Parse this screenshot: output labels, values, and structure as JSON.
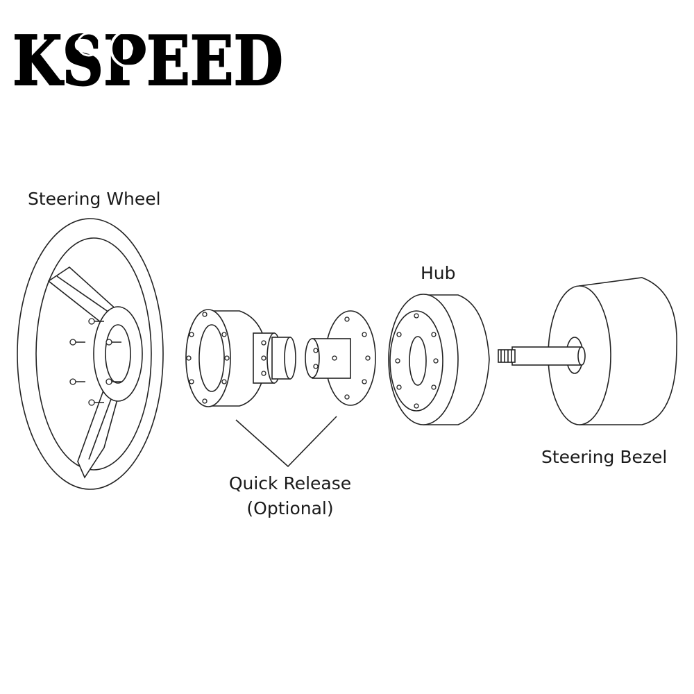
{
  "brand": {
    "logo_text": "KSPEED"
  },
  "labels": {
    "steering_wheel": "Steering Wheel",
    "hub": "Hub",
    "quick_release_line1": "Quick Release",
    "quick_release_line2": "(Optional)",
    "steering_bezel": "Steering Bezel"
  },
  "colors": {
    "background": "#ffffff",
    "line": "#222222",
    "text": "#1a1a1a"
  }
}
